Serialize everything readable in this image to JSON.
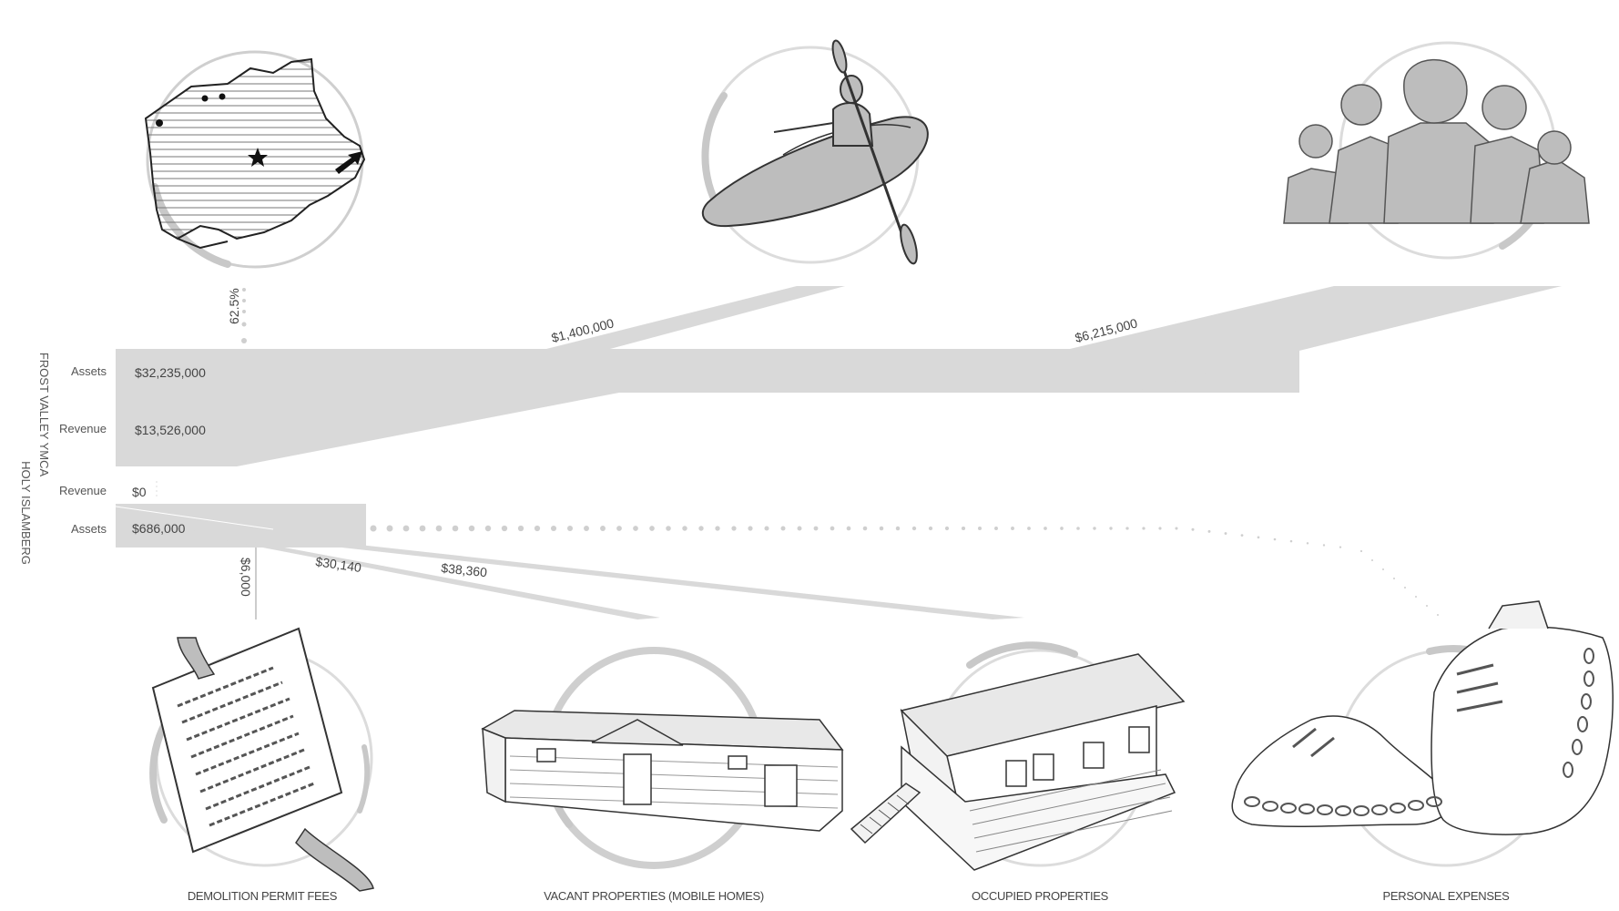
{
  "groups": {
    "frost_valley": "FROST VALLEY YMCA",
    "holy_islamberg": "HOLY ISLAMBERG"
  },
  "rows": {
    "fv_assets": {
      "label": "Assets",
      "value": "$32,235,000"
    },
    "fv_revenue": {
      "label": "Revenue",
      "value": "$13,526,000"
    },
    "hi_revenue": {
      "label": "Revenue",
      "value": "$0"
    },
    "hi_assets": {
      "label": "Assets",
      "value": "$686,000"
    }
  },
  "flows": {
    "pct": "62.5%",
    "kayak": "$1,400,000",
    "people": "$6,215,000",
    "demolition": "$6,000",
    "vacant": "$30,140",
    "occupied": "$38,360"
  },
  "captions": {
    "demolition": "DEMOLITION PERMIT FEES",
    "vacant": "VACANT PROPERTIES (MOBILE HOMES)",
    "occupied": "OCCUPIED PROPERTIES",
    "personal": "PERSONAL EXPENSES"
  },
  "colors": {
    "flow": "#d9d9d9",
    "ring": "#c8c8c8",
    "text": "#555555"
  },
  "icons": [
    "map-icon",
    "kayak-icon",
    "people-icon",
    "document-icon",
    "mobile-home-icon",
    "house-icon",
    "shoes-icon"
  ]
}
